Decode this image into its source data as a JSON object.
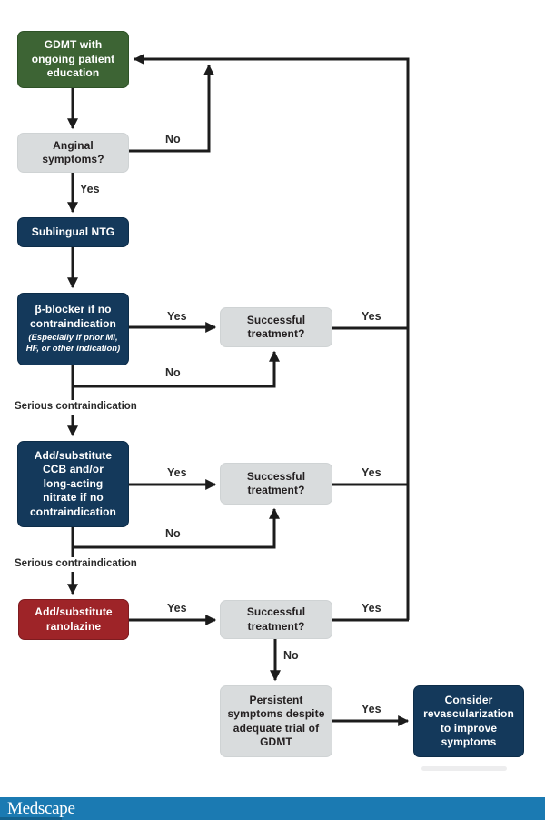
{
  "flowchart": {
    "colors": {
      "green": "#3d6434",
      "navy": "#14395b",
      "red": "#9e2428",
      "gray": "#d9dcdd",
      "line": "#1c1c1c",
      "brand": "#1b7ab2",
      "text_dark": "#231f20"
    },
    "nodes": {
      "gdmt": {
        "text": "GDMT with\nongoing patient\neducation"
      },
      "anginal": {
        "text": "Anginal\nsymptoms?"
      },
      "ntg": {
        "text": "Sublingual NTG"
      },
      "beta": {
        "text": "β-blocker if no\ncontraindication",
        "note": "(Especially if prior MI,\nHF, or other indication)"
      },
      "ccb": {
        "text": "Add/substitute\nCCB and/or\nlong-acting\nnitrate if no\ncontraindication"
      },
      "ranolazine": {
        "text": "Add/substitute\nranolazine"
      },
      "successful1": {
        "text": "Successful\ntreatment?"
      },
      "successful2": {
        "text": "Successful\ntreatment?"
      },
      "successful3": {
        "text": "Successful\ntreatment?"
      },
      "persistent": {
        "text": "Persistent\nsymptoms despite\nadequate trial of\nGDMT"
      },
      "revasc": {
        "text": "Consider\nrevascularization\nto improve\nsymptoms"
      }
    },
    "labels": {
      "no_anginal": "No",
      "yes_anginal": "Yes",
      "yes_beta": "Yes",
      "yes_succ1": "Yes",
      "no_beta": "No",
      "serious1": "Serious contraindication",
      "yes_ccb": "Yes",
      "yes_succ2": "Yes",
      "no_ccb": "No",
      "serious2": "Serious contraindication",
      "yes_ranolazine": "Yes",
      "yes_succ3": "Yes",
      "no_succ3": "No",
      "yes_persistent": "Yes"
    }
  },
  "footer": {
    "logo": "Medscape"
  }
}
